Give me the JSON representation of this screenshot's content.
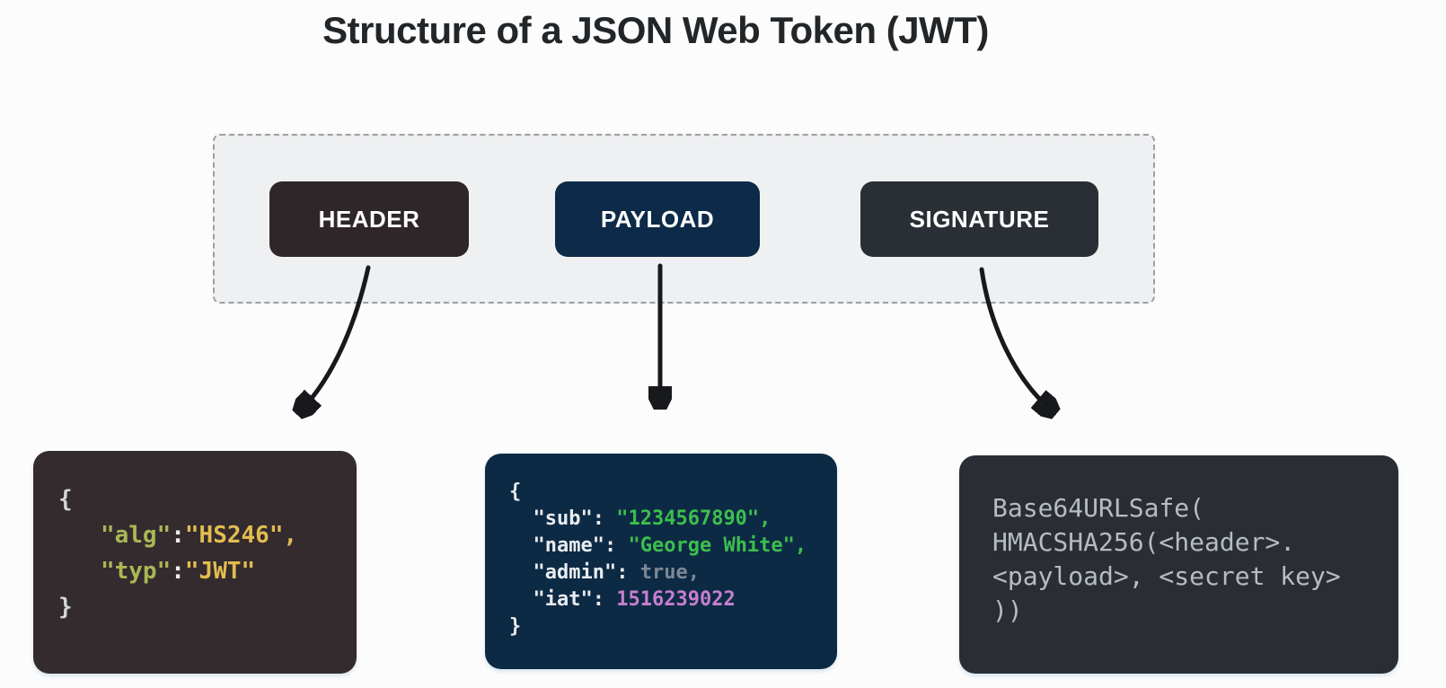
{
  "title": "Structure of a JSON Web Token (JWT)",
  "token_parts": [
    {
      "id": "header",
      "label": "HEADER"
    },
    {
      "id": "payload",
      "label": "PAYLOAD"
    },
    {
      "id": "signature",
      "label": "SIGNATURE"
    }
  ],
  "colors": {
    "strip_bg": "#eff0f1",
    "header_chip_bg": "#2f2629",
    "payload_chip_bg": "#0d2a48",
    "signature_chip_bg": "#2a2e35",
    "header_block_bg": "#342b2f",
    "payload_block_bg": "#0d2a45",
    "signature_block_bg": "#2a2e34",
    "key_olive": "#a8b854",
    "value_gold": "#e2bd4e",
    "string_green": "#3cbf4d",
    "bool_gray": "#7d8894",
    "number_violet": "#c77fd0",
    "code_light": "#d3d6da",
    "signature_text": "#b6bcc3",
    "arrow_color": "#17191c"
  },
  "code_blocks": {
    "header": {
      "lines": [
        [
          {
            "k": "brace",
            "t": "{"
          }
        ],
        [
          {
            "k": "brace",
            "t": "   "
          },
          {
            "k": "key",
            "t": "\"alg\""
          },
          {
            "k": "colon",
            "t": ":"
          },
          {
            "k": "string",
            "t": "\"HS246\","
          }
        ],
        [
          {
            "k": "brace",
            "t": "   "
          },
          {
            "k": "key",
            "t": "\"typ\""
          },
          {
            "k": "colon",
            "t": ":"
          },
          {
            "k": "string",
            "t": "\"JWT\""
          }
        ],
        [
          {
            "k": "brace",
            "t": "}"
          }
        ]
      ]
    },
    "payload": {
      "lines": [
        [
          {
            "k": "brace",
            "t": "{"
          }
        ],
        [
          {
            "k": "brace",
            "t": "  "
          },
          {
            "k": "key",
            "t": "\"sub\""
          },
          {
            "k": "colon",
            "t": ": "
          },
          {
            "k": "string",
            "t": "\"1234567890\","
          }
        ],
        [
          {
            "k": "brace",
            "t": "  "
          },
          {
            "k": "key",
            "t": "\"name\""
          },
          {
            "k": "colon",
            "t": ": "
          },
          {
            "k": "string",
            "t": "\"George White\","
          }
        ],
        [
          {
            "k": "brace",
            "t": "  "
          },
          {
            "k": "key",
            "t": "\"admin\""
          },
          {
            "k": "colon",
            "t": ": "
          },
          {
            "k": "bool",
            "t": "true,"
          }
        ],
        [
          {
            "k": "brace",
            "t": "  "
          },
          {
            "k": "key",
            "t": "\"iat\""
          },
          {
            "k": "colon",
            "t": ": "
          },
          {
            "k": "number",
            "t": "1516239022"
          }
        ],
        [
          {
            "k": "brace",
            "t": "}"
          }
        ]
      ]
    },
    "signature": {
      "lines": [
        [
          {
            "k": "text",
            "t": "Base64URLSafe("
          }
        ],
        [
          {
            "k": "text",
            "t": "HMACSHA256(<header>."
          }
        ],
        [
          {
            "k": "text",
            "t": "<payload>, <secret key>"
          }
        ],
        [
          {
            "k": "text",
            "t": "))"
          }
        ]
      ]
    }
  }
}
